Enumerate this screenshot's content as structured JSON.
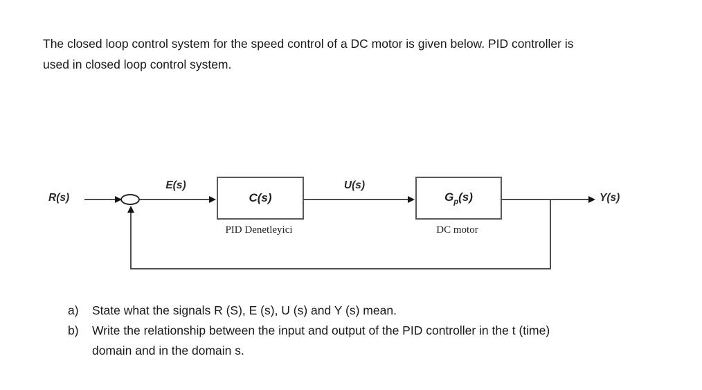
{
  "intro": {
    "line1": "The closed loop control system for the speed control of a DC motor is given below. PID controller is",
    "line2": "used in closed loop control system."
  },
  "diagram": {
    "signals": {
      "input": "R(s)",
      "error": "E(s)",
      "control": "U(s)",
      "output": "Y(s)"
    },
    "controller": {
      "transfer": "C(s)",
      "caption": "PID Denetleyici"
    },
    "plant": {
      "transfer_base": "G",
      "transfer_sub": "p",
      "transfer_args": "(s)",
      "caption": "DC motor"
    },
    "colors": {
      "line": "#4e4e4e",
      "box_border": "#595959",
      "arrow": "#141414"
    }
  },
  "questions": [
    {
      "label": "a)",
      "lines": [
        "State what the signals R (S), E (s), U (s) and Y (s) mean."
      ]
    },
    {
      "label": "b)",
      "lines": [
        "Write the relationship between the input and output of the PID controller in the t (time)",
        "domain and in the domain s."
      ]
    }
  ]
}
